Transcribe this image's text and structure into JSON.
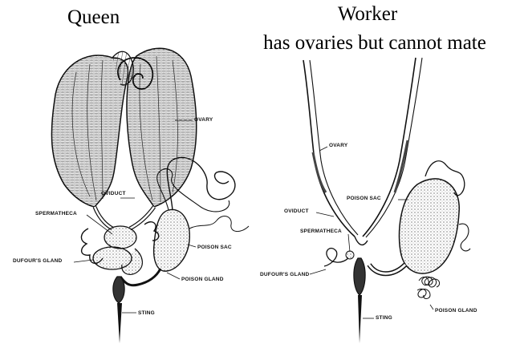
{
  "queen": {
    "title": "Queen",
    "labels": {
      "ovary": "OVARY",
      "oviduct": "OVIDUCT",
      "spermatheca": "SPERMATHECA",
      "dufours_gland": "DUFOUR'S GLAND",
      "poison_sac": "POISON SAC",
      "poison_gland": "POISON GLAND",
      "sting": "STING"
    }
  },
  "worker": {
    "title_line1": "Worker",
    "title_line2": "has ovaries but cannot mate",
    "labels": {
      "ovary": "OVARY",
      "poison_sac": "POISON SAC",
      "oviduct": "OVIDUCT",
      "spermatheca": "SPERMATHECA",
      "dufours_gland": "DUFOUR'S GLAND",
      "sting": "STING",
      "poison_gland": "POISON GLAND"
    }
  },
  "colors": {
    "ink": "#111111",
    "background": "#ffffff"
  }
}
